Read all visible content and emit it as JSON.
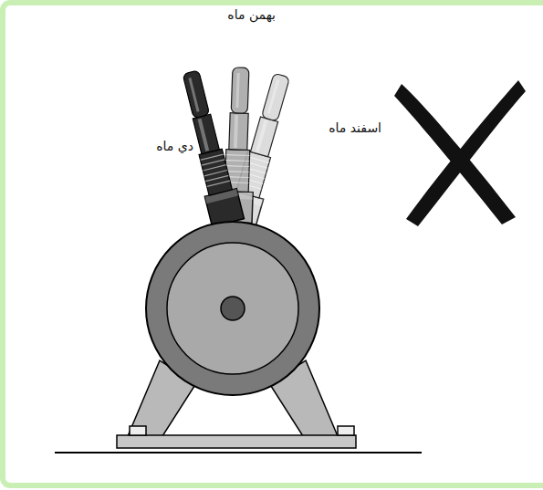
{
  "diagram": {
    "labels": [
      "بهمن ماه",
      "دي ماه",
      "اسفند ماه"
    ]
  }
}
